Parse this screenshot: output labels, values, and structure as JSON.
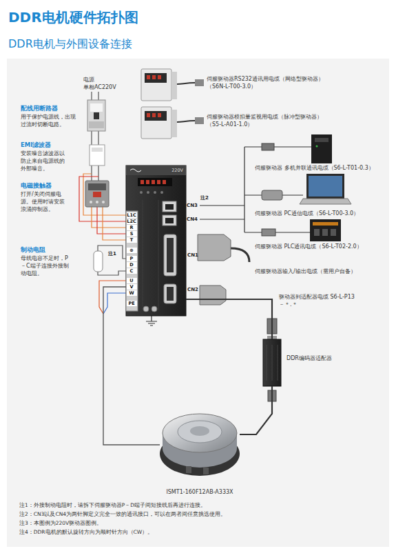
{
  "diagram": {
    "title": "DDR电机硬件拓扑图",
    "nodes": [
      {
        "text": [
          "220V"
        ]
      },
      {
        "text": [
          "DDR编码器适配器"
        ]
      },
      {
        "text": [
          "ISMT1-160F12AB-A333X"
        ]
      }
    ],
    "edges": [
      {
        "from": 0,
        "to": 1,
        "arrow": "none",
        "label": "驱动器到适配器电缆 S6-L-P13－＊.＊"
      },
      {
        "from": 1,
        "to": 2,
        "arrow": "none"
      },
      {
        "from": 0,
        "to": 2,
        "arrow": "none"
      }
    ],
    "labels": [
      "DDR电机与外围设备连接",
      "电源 单相AC220V",
      "配线用断路器",
      "用于保护电源线，出现过流时切断电路。",
      "EMI滤波器",
      "安装噪音滤波器以防止来自电源线的外部噪音。",
      "电磁接触器",
      "打开/关闭伺服电源。使用时请安装浪涌抑制器。",
      "制动电阻",
      "母线电容不足时，P－C端子连接外接制动电阻。",
      "注1",
      "L1C",
      "L2C",
      "R",
      "S",
      "T",
      "⊕",
      "P",
      "D",
      "C",
      "U",
      "V",
      "W",
      "PE",
      "CN3",
      "CN4",
      "CN1",
      "CN2",
      "注2",
      "伺服驱动器RS232通讯用电缆（网络型驱动器） （S6N-L-T00-3.0）",
      "伺服驱动器模拟量监视用电缆（脉冲型驱动器） （S5-L-A01-1.0）",
      "伺服驱动器 多机并联通讯电缆（S6-L-T01-0.3）",
      "伺服驱动器 PC通信电缆（S6-L-T00-3.0）",
      "伺服驱动器 PLC通讯电缆（S6-L-T02-2.0）",
      "伺服驱动器输入/输出电缆（需用户自备）",
      "注1：外接制动电阻时，请拆下伺服驱动器P－D端子间短接线后再进行连接。",
      "注2：CN3以及CN4为两针脚定义完全一致的通讯接口，可以在两者间任意挑选使用。",
      "注3：本图例为220V驱动器图例。",
      "注4：DDR电机的默认旋转方向为顺时针方向（CW）。"
    ]
  }
}
